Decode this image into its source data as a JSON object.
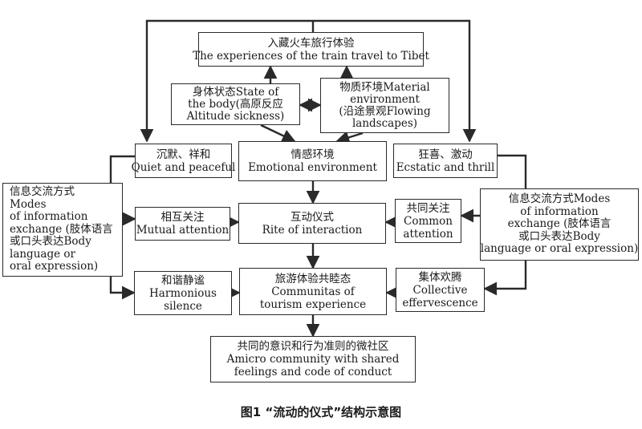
{
  "boxes": {
    "train": {
      "zh": "入藏火车旅行体验",
      "en": "The experiences of the train travel to Tibet"
    },
    "body_state": {
      "l1": "身体状态State of",
      "l2": "the body(高原反应",
      "l3": "Altitude sickness)"
    },
    "material": {
      "l1": "物质环境Material",
      "l2": "environment",
      "l3": "(沿途景观Flowing",
      "l4": "landscapes)"
    },
    "quiet": {
      "zh": "沉默、祥和",
      "en": "Quiet and peaceful"
    },
    "emotional": {
      "zh": "情感环境",
      "en": "Emotional environment"
    },
    "ecstatic": {
      "zh": "狂喜、激动",
      "en": "Ecstatic and thrill"
    },
    "info_left": {
      "l1": "信息交流方式",
      "l2": "Modes",
      "l3": "of information",
      "l4": "exchange (肢体语言",
      "l5": "或口头表达Body",
      "l6": "language or",
      "l7": "oral expression)"
    },
    "mutual": {
      "zh": "相互关注",
      "en": "Mutual attention"
    },
    "rite": {
      "zh": "互动仪式",
      "en": "Rite of interaction"
    },
    "common": {
      "zh": "共同关注",
      "en1": "Common",
      "en2": "attention"
    },
    "info_right": {
      "l1": "信息交流方式Modes",
      "l2": "of information",
      "l3": "exchange (肢体语言",
      "l4": "或口头表达Body",
      "l5": "language or oral expression)"
    },
    "harmonious": {
      "zh": "和谐静谧",
      "en1": "Harmonious",
      "en2": "silence"
    },
    "communitas": {
      "zh": "旅游体验共睦态",
      "en1": "Communitas of",
      "en2": "tourism experience"
    },
    "collective": {
      "zh": "集体欢腾",
      "en1": "Collective",
      "en2": "effervescence"
    },
    "micro": {
      "zh": "共同的意识和行为准则的微社区",
      "en1": "Amicro community with shared",
      "en2": "feelings and code of conduct"
    }
  },
  "caption": "图1 “流动的仪式”结构示意图"
}
